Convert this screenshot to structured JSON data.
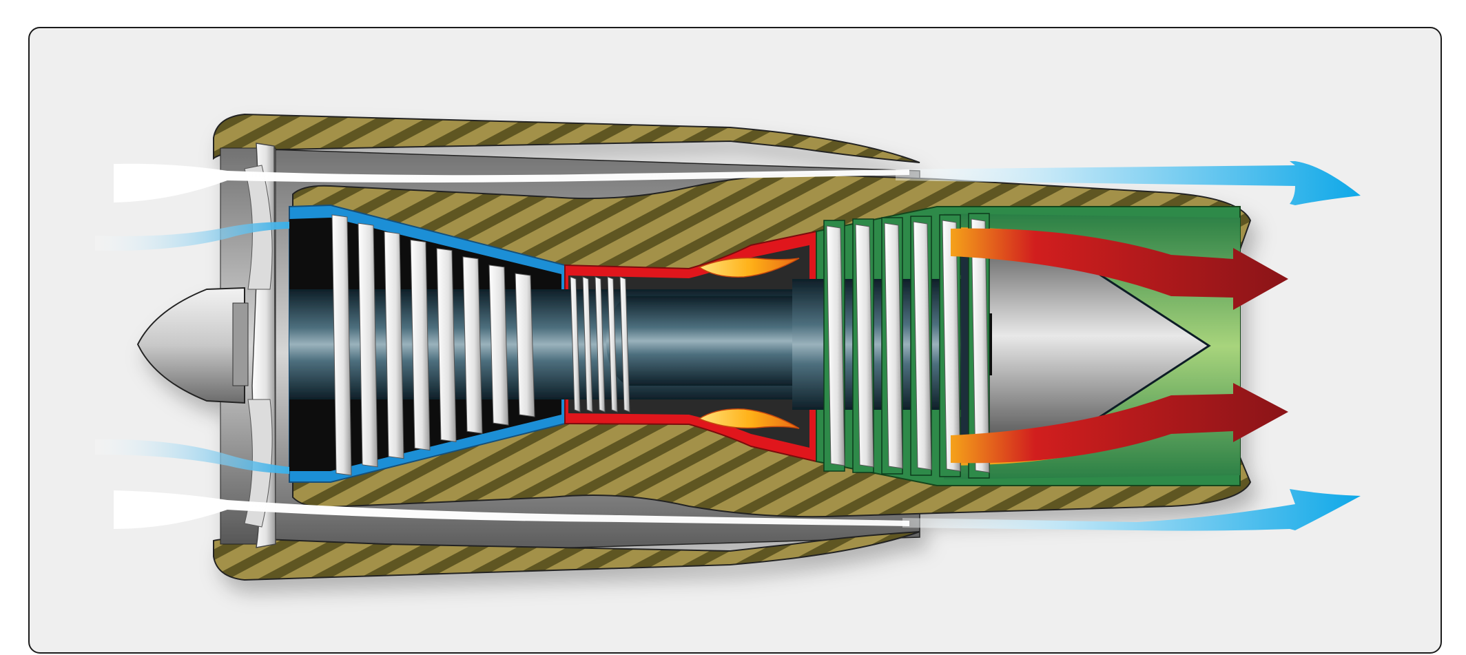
{
  "diagram": {
    "subject": "turbofan-engine-cutaway",
    "colors": {
      "frame_bg": "#efefef",
      "frame_border": "#1a1a1a",
      "nacelle_band": "#a39148",
      "nacelle_stripe": "#5a5220",
      "bypass_duct": "#8e8e8e",
      "compressor_section": "#1e8fd6",
      "combustion_section": "#e0161b",
      "flame": "#ffb21a",
      "turbine_section": "#2e8a4a",
      "nozzle_hot": "#86c06a",
      "exhaust_hot_arrow": "#a3151b",
      "bypass_flow_arrow": "#1eb0ea",
      "inlet_air": "#f4f4f4",
      "blade_white": "#f6f6f6",
      "shaft_dark": "#15303c",
      "exhaust_cone": "#b8b8b8",
      "accent_orange": "#f2a21a"
    },
    "compressor_stages": 8,
    "combustion_stages": 5,
    "turbine_stages": 6,
    "icons": [
      "fan-blade-icon",
      "flame-icon",
      "flow-arrow-icon",
      "spinner-cone-icon"
    ]
  }
}
